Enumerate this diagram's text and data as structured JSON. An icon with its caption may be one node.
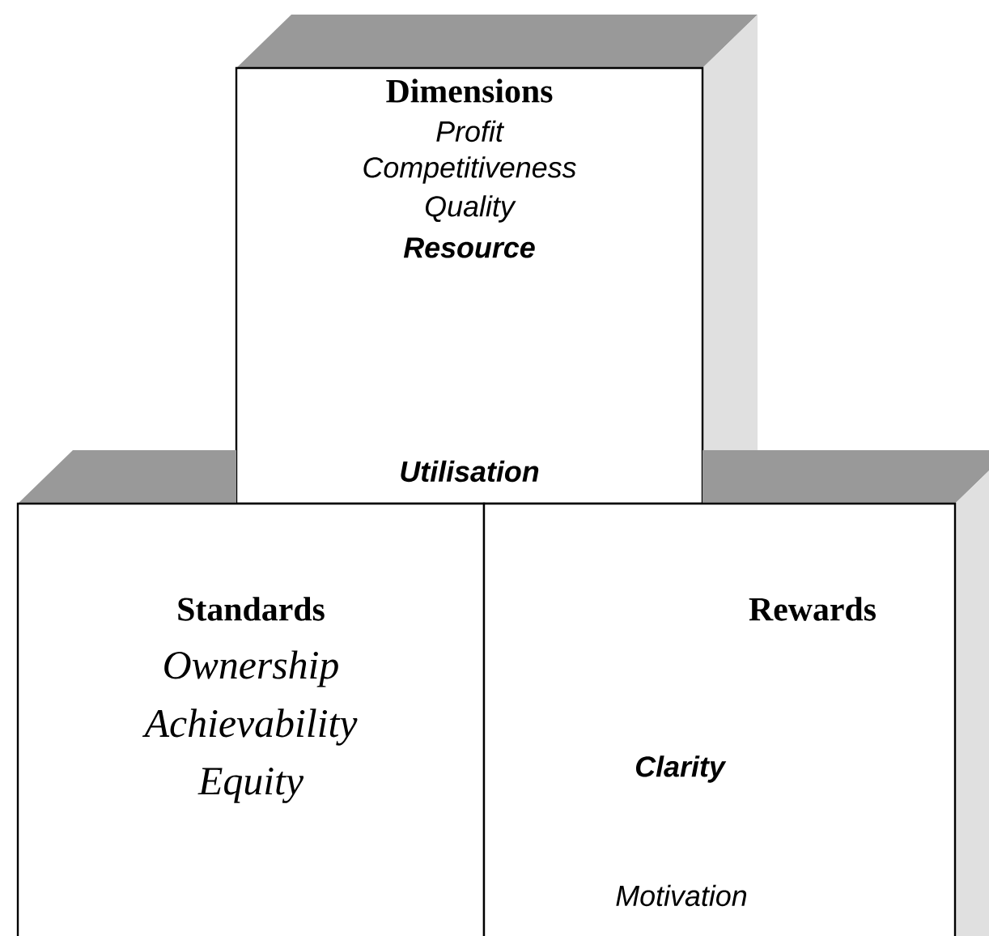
{
  "diagram": {
    "nodes": [
      {
        "text": [
          "Dimensions",
          "Profit",
          "Competitiveness",
          "Quality",
          "Resource",
          "Utilisation"
        ]
      },
      {
        "text": [
          "Standards",
          "Ownership",
          "Achievability",
          "Equity"
        ]
      },
      {
        "text": [
          "Rewards",
          "Clarity",
          "Motivation"
        ]
      }
    ]
  }
}
